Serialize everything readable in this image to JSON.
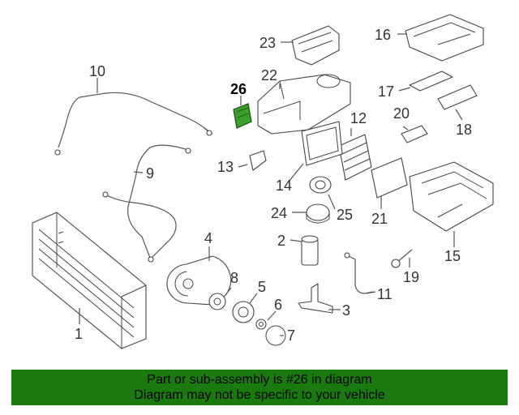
{
  "callouts": [
    "1",
    "2",
    "3",
    "4",
    "5",
    "6",
    "7",
    "8",
    "9",
    "10",
    "11",
    "12",
    "13",
    "14",
    "15",
    "16",
    "17",
    "18",
    "19",
    "20",
    "21",
    "22",
    "23",
    "24",
    "25",
    "26"
  ],
  "highlighted_part": "26",
  "highlight_color": "#3aa02a",
  "banner": {
    "line1": "Part or sub-assembly is #26 in diagram",
    "line2": "Diagram may not be specific to your vehicle",
    "background": "#1a7a0f"
  }
}
